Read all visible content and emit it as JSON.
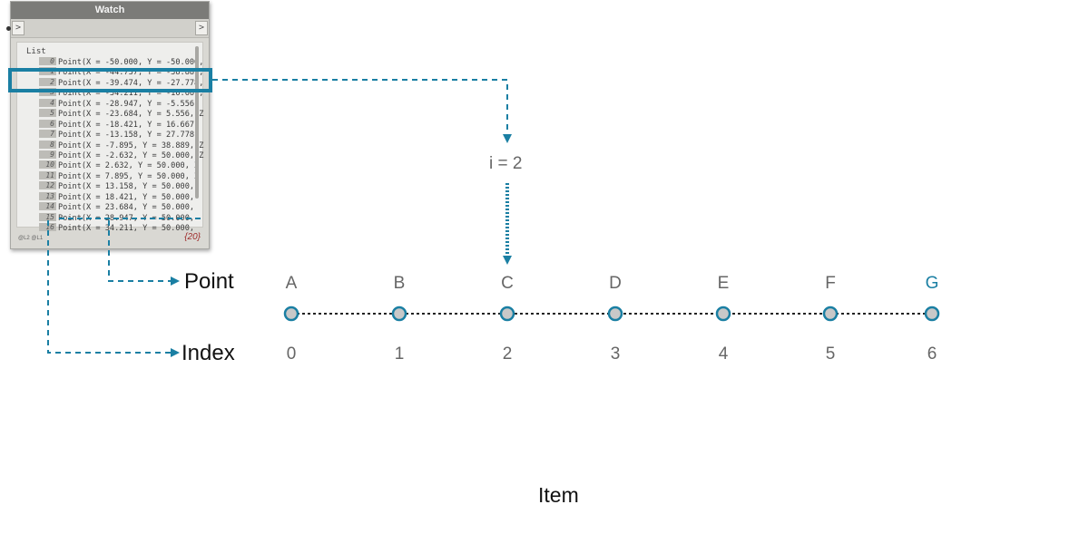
{
  "watch": {
    "title": "Watch",
    "input_port": ">",
    "output_port": ">",
    "list_header": "List",
    "rows": [
      {
        "index": "0",
        "text": "Point(X = -50.000, Y = -50.000,"
      },
      {
        "index": "1",
        "text": "Point(X = -44.737, Y = -38.889,"
      },
      {
        "index": "2",
        "text": "Point(X = -39.474, Y = -27.778,"
      },
      {
        "index": "3",
        "text": "Point(X = -34.211, Y = -16.667,"
      },
      {
        "index": "4",
        "text": "Point(X = -28.947, Y = -5.556,"
      },
      {
        "index": "5",
        "text": "Point(X = -23.684, Y = 5.556, Z"
      },
      {
        "index": "6",
        "text": "Point(X = -18.421, Y = 16.667,"
      },
      {
        "index": "7",
        "text": "Point(X = -13.158, Y = 27.778,"
      },
      {
        "index": "8",
        "text": "Point(X = -7.895, Y = 38.889, Z"
      },
      {
        "index": "9",
        "text": "Point(X = -2.632, Y = 50.000, Z"
      },
      {
        "index": "10",
        "text": "Point(X = 2.632, Y = 50.000, Z"
      },
      {
        "index": "11",
        "text": "Point(X = 7.895, Y = 50.000, Z"
      },
      {
        "index": "12",
        "text": "Point(X = 13.158, Y = 50.000,"
      },
      {
        "index": "13",
        "text": "Point(X = 18.421, Y = 50.000,"
      },
      {
        "index": "14",
        "text": "Point(X = 23.684, Y = 50.000,"
      },
      {
        "index": "15",
        "text": "Point(X = 28.947, Y = 50.000,"
      },
      {
        "index": "16",
        "text": "Point(X = 34.211, Y = 50.000,"
      }
    ],
    "levels": "@L2 @L1",
    "count": "{20}"
  },
  "labels": {
    "point": "Point",
    "index": "Index",
    "i_eq": "i = 2",
    "item": "Item"
  },
  "points": [
    {
      "letter": "A",
      "index": "0"
    },
    {
      "letter": "B",
      "index": "1"
    },
    {
      "letter": "C",
      "index": "2"
    },
    {
      "letter": "D",
      "index": "3"
    },
    {
      "letter": "E",
      "index": "4"
    },
    {
      "letter": "F",
      "index": "5"
    },
    {
      "letter": "G",
      "index": "6"
    }
  ],
  "colors": {
    "accent": "#1a7fa3",
    "node_fill": "#c8c8c8",
    "label_gray": "#666666",
    "label_highlight": "#1a7fa3"
  },
  "icons": {
    "arrow": "arrow-right-icon",
    "arrow_down": "arrow-down-icon"
  }
}
